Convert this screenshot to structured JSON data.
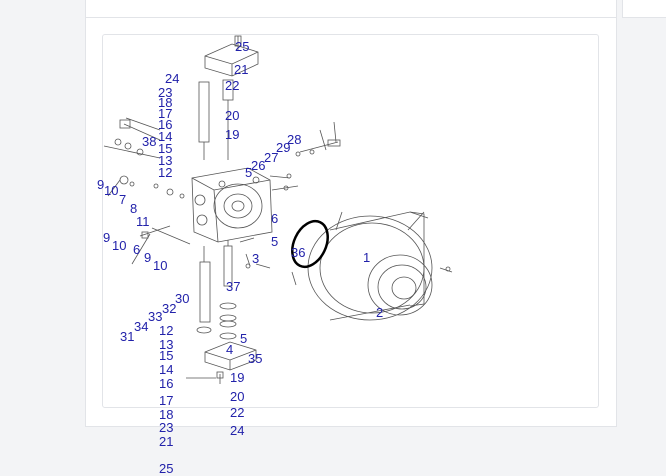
{
  "diagram": {
    "callouts": [
      "25",
      "21",
      "24",
      "23",
      "22",
      "18",
      "17",
      "20",
      "16",
      "38",
      "14",
      "19",
      "15",
      "28",
      "13",
      "29",
      "27",
      "12",
      "26",
      "5",
      "9",
      "10",
      "7",
      "8",
      "6",
      "11",
      "9",
      "10",
      "36",
      "5",
      "6",
      "9",
      "10",
      "3",
      "1",
      "37",
      "30",
      "33",
      "32",
      "34",
      "12",
      "31",
      "2",
      "13",
      "5",
      "4",
      "15",
      "35",
      "14",
      "16",
      "19",
      "20",
      "17",
      "22",
      "18",
      "23",
      "24",
      "21",
      "25"
    ],
    "line_color": "#555555",
    "callout_color": "#2222aa"
  }
}
